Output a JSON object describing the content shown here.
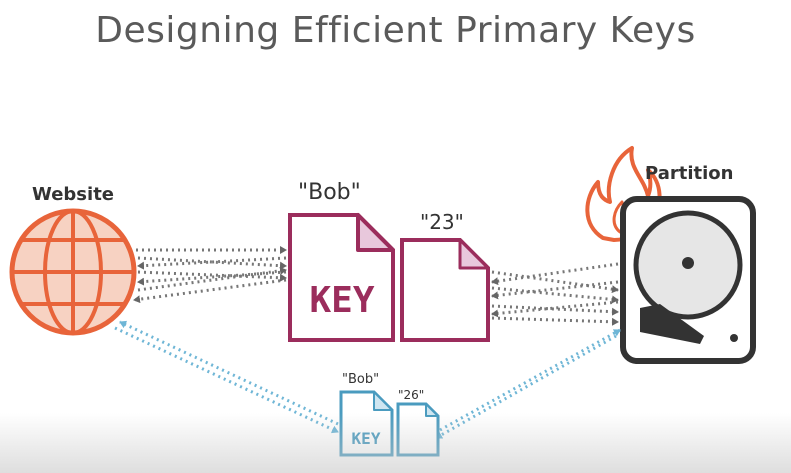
{
  "title": "Designing Efficient Primary Keys",
  "website": {
    "label": "Website"
  },
  "partition": {
    "label": "Partition"
  },
  "main_record": {
    "key_value": "\"Bob\"",
    "key_text": "KEY",
    "data_value": "\"23\""
  },
  "small_record": {
    "key_value": "\"Bob\"",
    "key_text": "KEY",
    "data_value": "\"26\""
  },
  "colors": {
    "globe": "#e8643a",
    "key_doc": "#9b2d5c",
    "key_fold": "#e8c8dc",
    "small_doc": "#4a9bbf",
    "flame": "#e8643a",
    "disk": "#333333",
    "arrows_gray": "#777777",
    "arrows_blue": "#6fb6d6"
  }
}
